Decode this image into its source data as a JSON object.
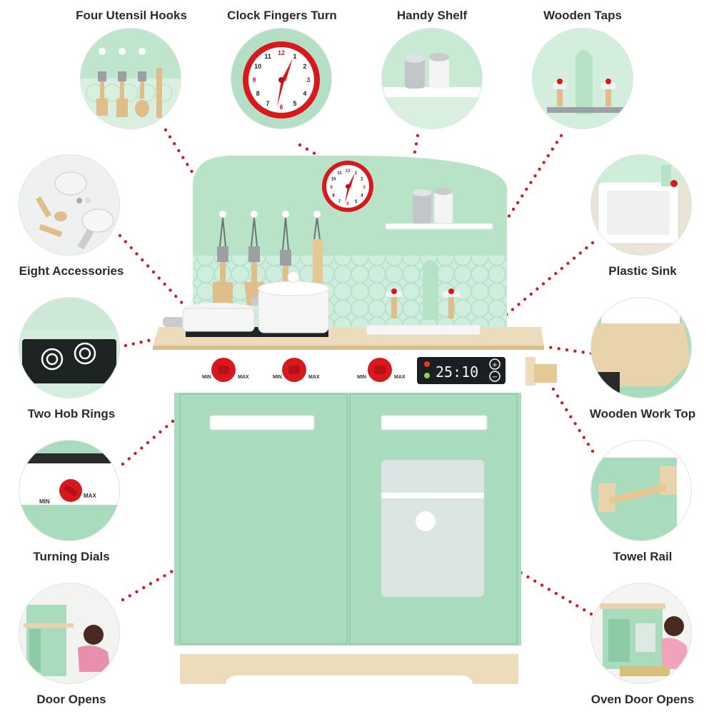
{
  "features": [
    {
      "id": "hooks",
      "label": "Four Utensil Hooks"
    },
    {
      "id": "clock",
      "label": "Clock Fingers Turn"
    },
    {
      "id": "shelf",
      "label": "Handy Shelf"
    },
    {
      "id": "taps",
      "label": "Wooden Taps"
    },
    {
      "id": "accessories",
      "label": "Eight Accessories"
    },
    {
      "id": "sink",
      "label": "Plastic Sink"
    },
    {
      "id": "hob",
      "label": "Two Hob Rings"
    },
    {
      "id": "worktop",
      "label": "Wooden Work Top"
    },
    {
      "id": "dials",
      "label": "Turning Dials"
    },
    {
      "id": "towel",
      "label": "Towel Rail"
    },
    {
      "id": "door",
      "label": "Door Opens"
    },
    {
      "id": "oven",
      "label": "Oven Door Opens"
    }
  ],
  "display": {
    "time": "25:10",
    "plus": "+",
    "minus": "−"
  },
  "dial": {
    "min": "MIN",
    "max": "MAX"
  },
  "clock_numbers": [
    "12",
    "1",
    "2",
    "3",
    "4",
    "5",
    "6",
    "7",
    "8",
    "9",
    "10",
    "11"
  ],
  "colors": {
    "mint": "#a9dcbd",
    "mint_dark": "#8fcaa6",
    "red": "#d7191e",
    "wood": "#e9d3ad",
    "dot": "#d31b22"
  }
}
